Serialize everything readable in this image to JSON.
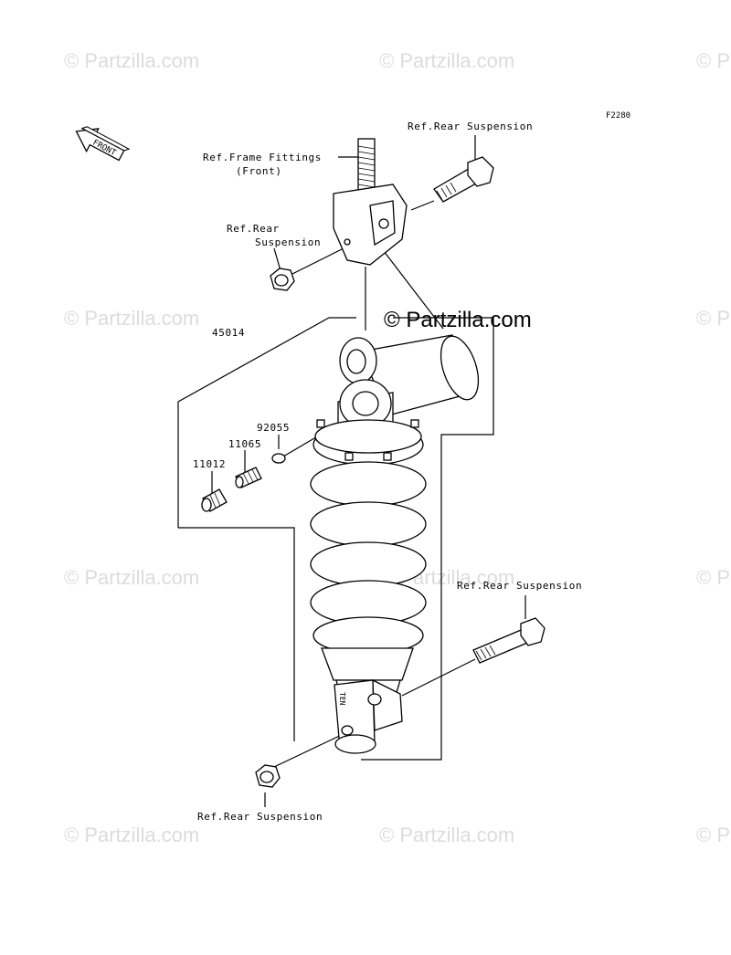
{
  "figure_code": "F2280",
  "watermark_text": "© Partzilla.com",
  "main_watermark_text": "© Partzilla.com",
  "front_arrow_text": "FRONT",
  "labels": {
    "frame_fittings_line1": "Ref.Frame Fittings",
    "frame_fittings_line2": "(Front)",
    "rear_susp_top": "Ref.Rear Suspension",
    "rear_susp_left_line1": "Ref.Rear",
    "rear_susp_left_line2": "Suspension",
    "rear_susp_right": "Ref.Rear Suspension",
    "rear_susp_bottom": "Ref.Rear Suspension"
  },
  "part_numbers": {
    "shock_assembly": "45014",
    "o_ring": "92055",
    "valve": "11065",
    "cap": "11012"
  },
  "shock_body_text": "TEN",
  "colors": {
    "part_fill": "#ffffff",
    "line": "#000000",
    "watermark": "#dcdcdc"
  }
}
